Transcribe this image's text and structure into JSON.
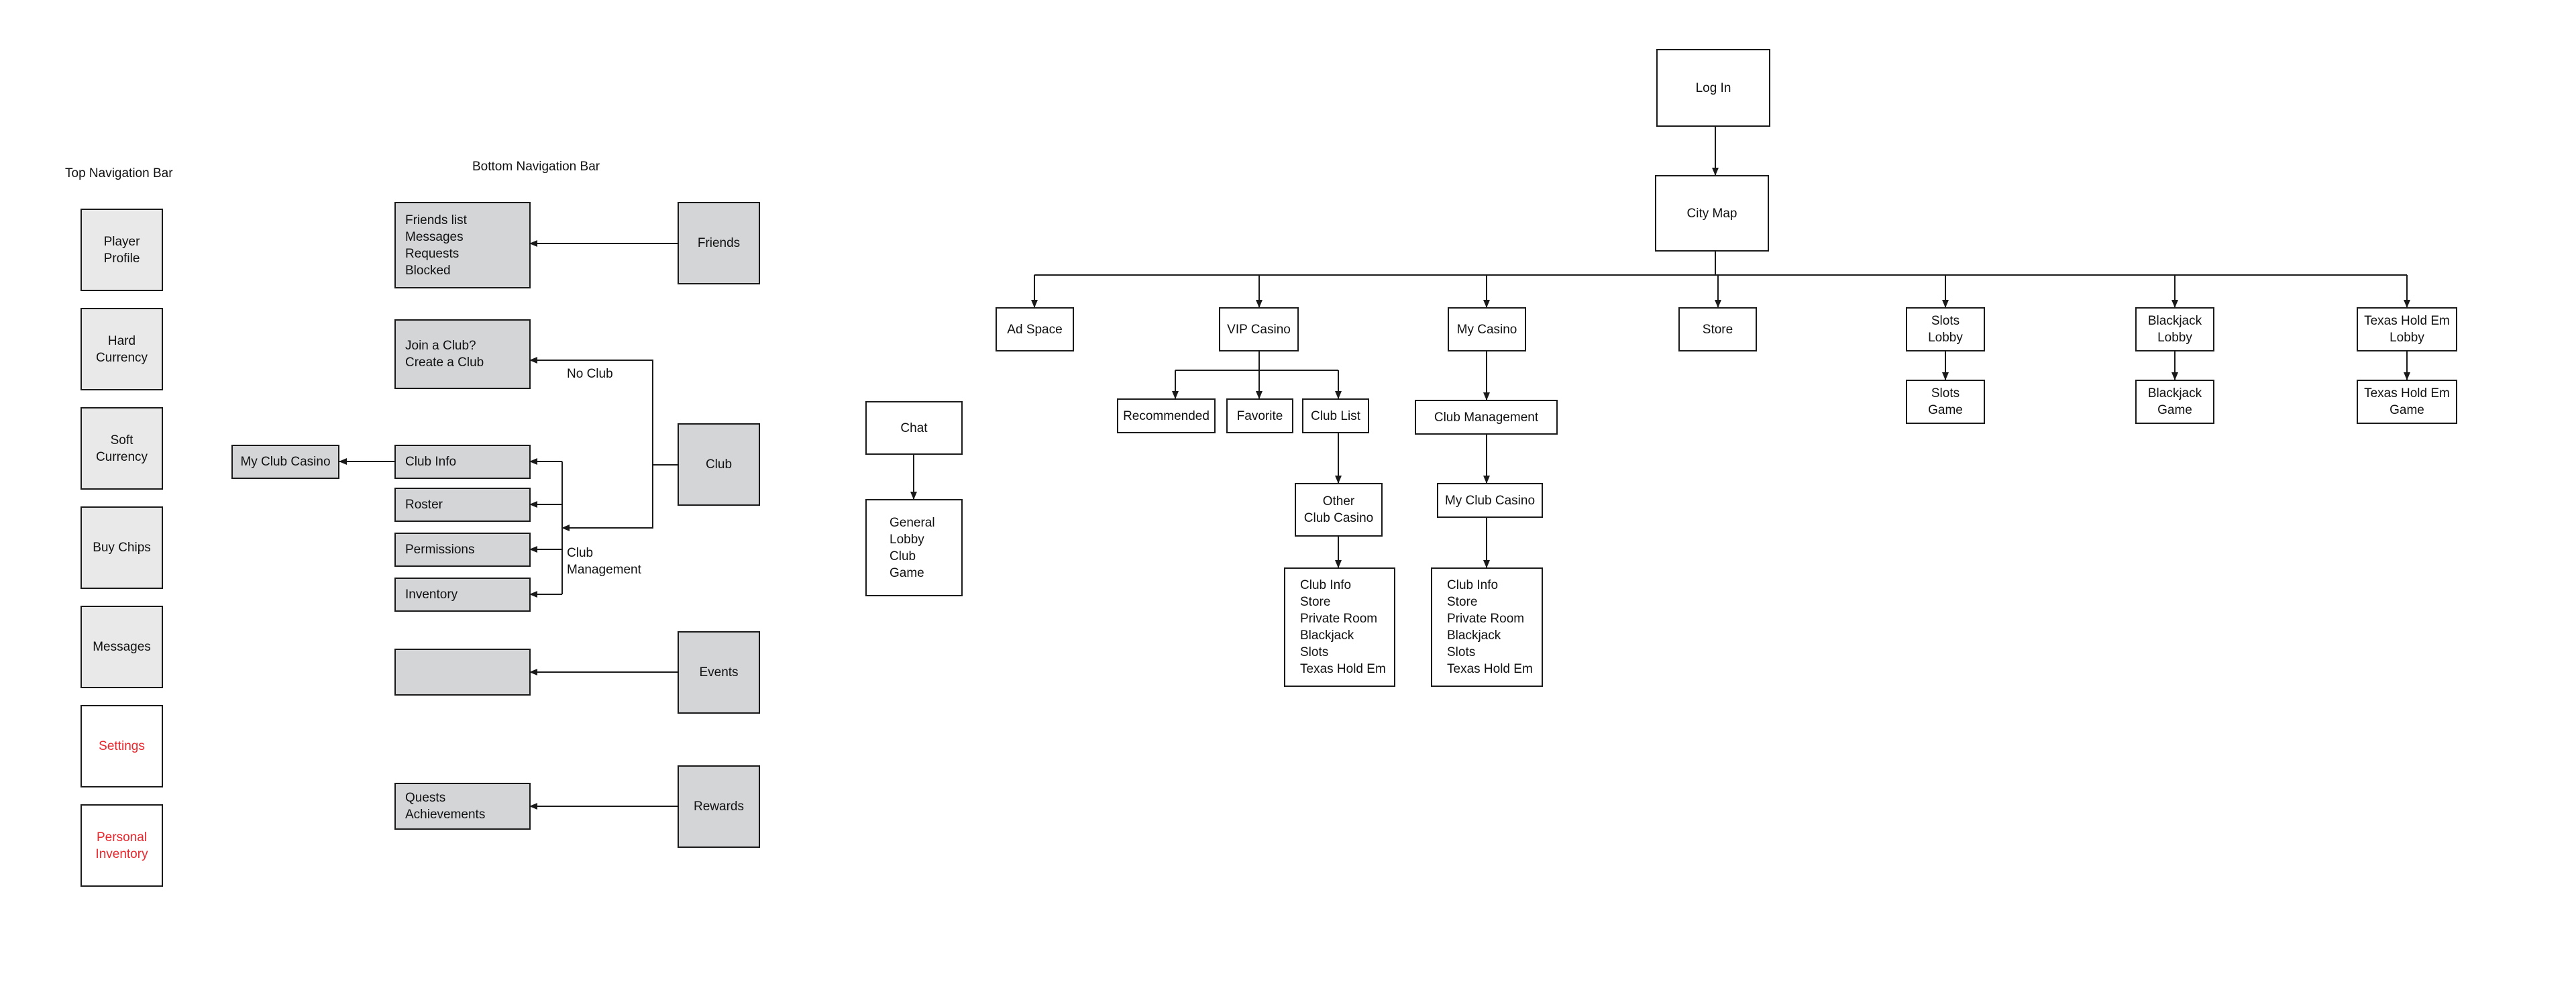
{
  "left": {
    "top_nav_title": "Top Navigation Bar",
    "bottom_nav_title": "Bottom Navigation Bar",
    "top_nav_items": [
      "Player\nProfile",
      "Hard\nCurrency",
      "Soft\nCurrency",
      "Buy Chips",
      "Messages",
      "Settings",
      "Personal\nInventory"
    ],
    "friends_list": "Friends list\nMessages\nRequests\nBlocked",
    "join_club": "Join a Club?\nCreate a Club",
    "club_info": "Club Info",
    "roster": "Roster",
    "permissions": "Permissions",
    "inventory": "Inventory",
    "events_target": "",
    "quests": "Quests\nAchievements",
    "my_club_casino": "My Club Casino",
    "friends": "Friends",
    "club": "Club",
    "events": "Events",
    "rewards": "Rewards",
    "no_club": "No Club",
    "club_management": "Club\nManagement"
  },
  "chat": {
    "title": "Chat",
    "channels": "General\nLobby\nClub\nGame"
  },
  "flow": {
    "login": "Log In",
    "city_map": "City Map",
    "ad_space": "Ad Space",
    "vip_casino": "VIP Casino",
    "my_casino": "My Casino",
    "store": "Store",
    "slots_lobby": "Slots\nLobby",
    "blackjack_lobby": "Blackjack\nLobby",
    "texas_lobby": "Texas Hold Em\nLobby",
    "slots_game": "Slots\nGame",
    "blackjack_game": "Blackjack\nGame",
    "texas_game": "Texas Hold Em\nGame",
    "recommended": "Recommended",
    "favorite": "Favorite",
    "club_list": "Club List",
    "other_club_casino": "Other\nClub Casino",
    "vip_rooms": "Club Info\nStore\nPrivate Room\nBlackjack\nSlots\nTexas Hold Em",
    "club_management": "Club Management",
    "my_club_casino": "My Club Casino",
    "my_rooms": "Club Info\nStore\nPrivate Room\nBlackjack\nSlots\nTexas Hold Em"
  },
  "colors": {
    "line": "#1a1a1a",
    "gray_box": "#d4d5d7",
    "light_box": "#e9e9ea",
    "warning_text": "#e8262c"
  }
}
